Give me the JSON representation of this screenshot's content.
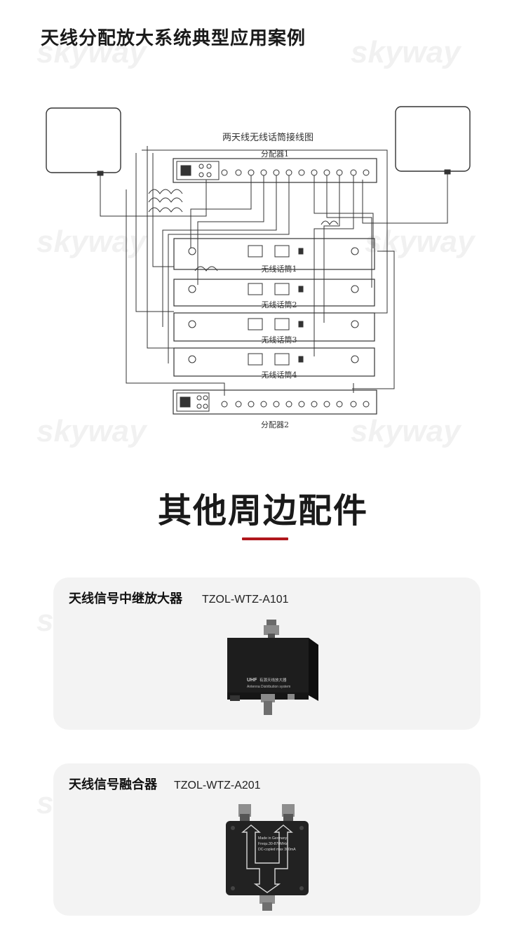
{
  "section1": {
    "title": "天线分配放大系统典型应用案例"
  },
  "diagram": {
    "title": "两天线无线话筒接线图",
    "splitter1_label": "分配器1",
    "splitter2_label": "分配器2",
    "receivers": [
      "无线话筒1",
      "无线话筒2",
      "无线话筒3",
      "无线话筒4"
    ]
  },
  "section2": {
    "title": "其他周边配件",
    "accent_color": "#b0171c"
  },
  "products": [
    {
      "name": "天线信号中继放大器",
      "model": "TZOL-WTZ-A101",
      "device_text_1": "UHF",
      "device_text_2": "有源天线放大器",
      "device_text_3": "Antenna Distribution system"
    },
    {
      "name": "天线信号融合器",
      "model": "TZOL-WTZ-A201",
      "device_text_1": "Made in Germany",
      "device_text_2": "Frequ.30-870MHz",
      "device_text_3": "DC-copled max 300mA"
    }
  ],
  "watermark": {
    "brand": "skyway"
  }
}
